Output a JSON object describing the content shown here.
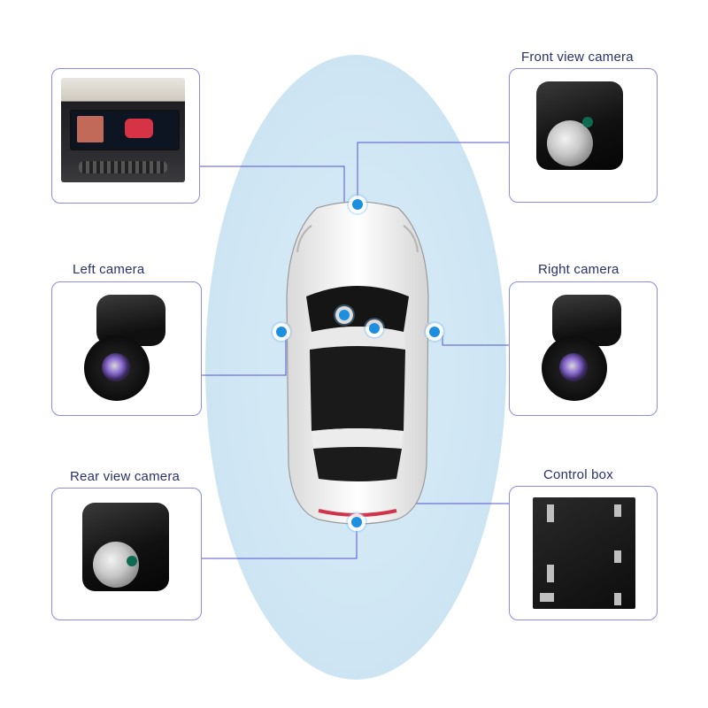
{
  "labels": {
    "front_view_camera": "Front view camera",
    "left_camera": "Left camera",
    "right_camera": "Right camera",
    "rear_view_camera": "Rear view camera",
    "control_box": "Control box"
  },
  "colors": {
    "panel_border": "#8b8be6",
    "label_text": "#2a2f6e",
    "connector_line": "#5555cc",
    "marker": "#1c8fe0",
    "backdrop": "#cfe6f4"
  },
  "icons": [
    "dashboard-display-photo",
    "front-camera-photo",
    "left-camera-photo",
    "right-camera-photo",
    "rear-camera-photo",
    "control-box-photo",
    "car-top-view"
  ]
}
